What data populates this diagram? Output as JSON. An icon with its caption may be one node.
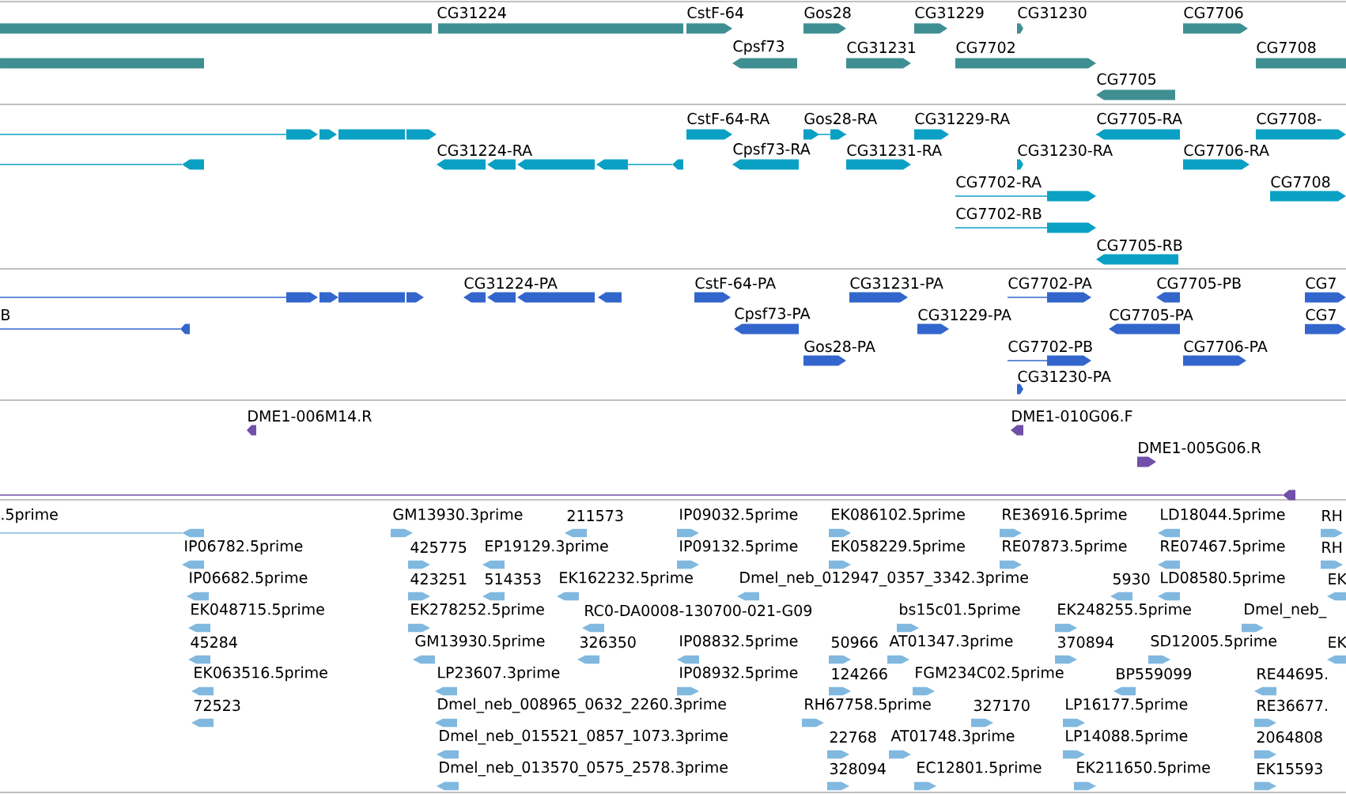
{
  "diagram": {
    "labels": [
      "CG31224",
      "CstF-64",
      "Gos28",
      "CG31229",
      "CG31230",
      "CG7706",
      "Cpsf73",
      "CG31231",
      "CG7702",
      "CG7708",
      "CG7705",
      "CstF-64-RA",
      "Gos28-RA",
      "CG31229-RA",
      "CG7705-RA",
      "CG7708-",
      "CG31224-RA",
      "Cpsf73-RA",
      "CG31231-RA",
      "CG31230-RA",
      "CG7706-RA",
      "CG7702-RA",
      "CG7708",
      "CG7702-RB",
      "CG7705-RB",
      "CG31224-PA",
      "CstF-64-PA",
      "CG31231-PA",
      "CG7702-PA",
      "CG7705-PB",
      "CG7",
      "B",
      "Cpsf73-PA",
      "CG31229-PA",
      "CG7705-PA",
      "CG7",
      "Gos28-PA",
      "CG7702-PB",
      "CG7706-PA",
      "CG31230-PA",
      "DME1-006M14.R",
      "DME1-010G06.F",
      "DME1-005G06.R",
      ".5prime",
      "GM13930.3prime",
      "211573",
      "IP09032.5prime",
      "EK086102.5prime",
      "RE36916.5prime",
      "LD18044.5prime",
      "RH",
      "IP06782.5prime",
      "425775",
      "EP19129.3prime",
      "IP09132.5prime",
      "EK058229.5prime",
      "RE07873.5prime",
      "RE07467.5prime",
      "RH",
      "IP06682.5prime",
      "423251",
      "514353",
      "EK162232.5prime",
      "Dmel_neb_012947_0357_3342.3prime",
      "5930",
      "LD08580.5prime",
      "EK",
      "EK048715.5prime",
      "EK278252.5prime",
      "RC0-DA0008-130700-021-G09",
      "bs15c01.5prime",
      "EK248255.5prime",
      "Dmel_neb_",
      "45284",
      "GM13930.5prime",
      "326350",
      "IP08832.5prime",
      "50966",
      "AT01347.3prime",
      "370894",
      "SD12005.5prime",
      "EK",
      "EK063516.5prime",
      "LP23607.3prime",
      "IP08932.5prime",
      "124266",
      "FGM234C02.5prime",
      "BP559099",
      "RE44695.",
      "72523",
      "Dmel_neb_008965_0632_2260.3prime",
      "RH67758.5prime",
      "327170",
      "LP16177.5prime",
      "RE36677.",
      "Dmel_neb_015521_0857_1073.3prime",
      "22768",
      "AT01748.3prime",
      "LP14088.5prime",
      "2064808",
      "Dmel_neb_013570_0575_2578.3prime",
      "328094",
      "EC12801.5prime",
      "EK211650.5prime",
      "EK15593"
    ]
  }
}
